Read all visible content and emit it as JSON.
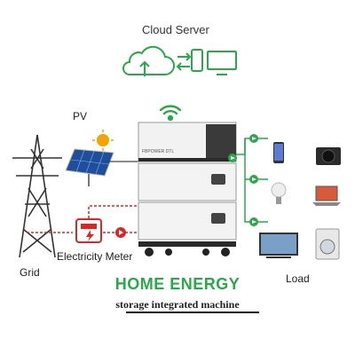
{
  "cloud_server": {
    "title": "Cloud Server"
  },
  "sources": {
    "pv_label": "PV",
    "grid_label": "Grid",
    "meter_label": "Electricity Meter"
  },
  "load": {
    "label": "Load",
    "items": [
      "smartphone",
      "camera",
      "light-bulb",
      "laptop",
      "television",
      "washing-machine"
    ]
  },
  "battery": {
    "brand": "FBPOWER DTL"
  },
  "headline": {
    "title": "HOME ENERGY",
    "subtitle": "storage integrated machine"
  },
  "colors": {
    "accent_green": "#2aa84a",
    "grid_red": "#d62828",
    "cabinet_white": "#f2f2f2",
    "cabinet_dark": "#3a3a3a"
  },
  "icons": [
    "cloud-upload-icon",
    "sync-arrows-icon",
    "phone-icon",
    "monitor-icon",
    "wifi-icon",
    "sun-icon",
    "solar-panel-icon",
    "transmission-tower-icon",
    "electricity-meter-icon"
  ]
}
